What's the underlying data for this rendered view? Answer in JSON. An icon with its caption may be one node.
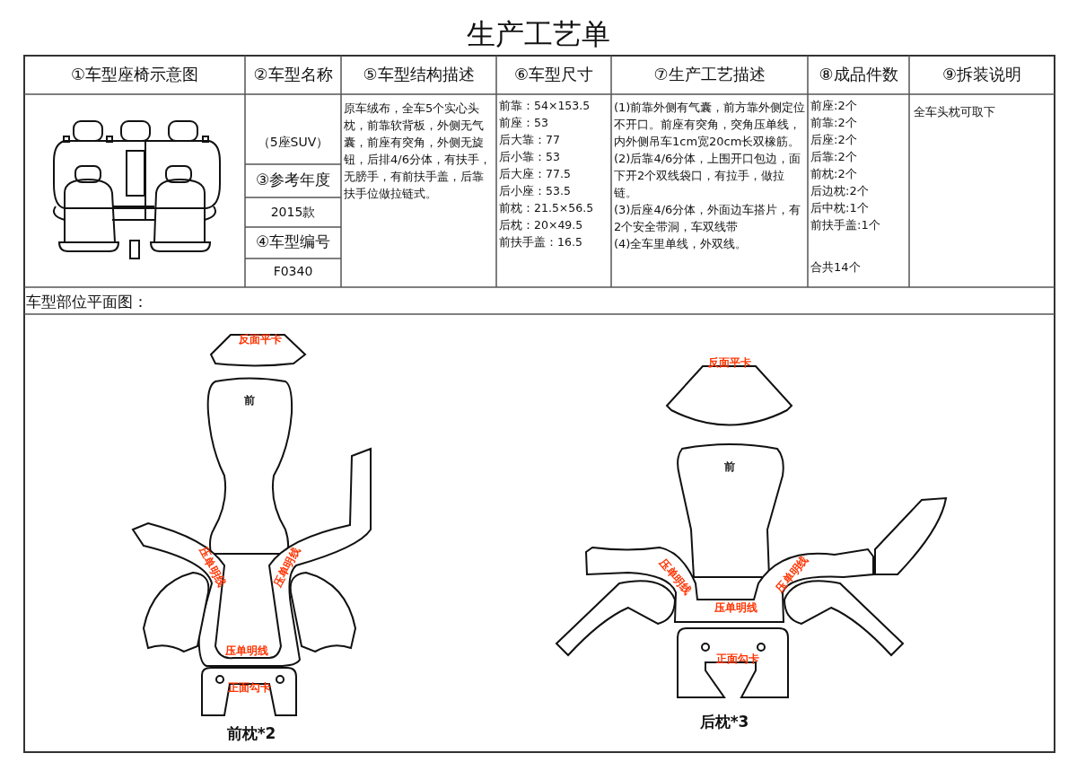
{
  "diagram": {
    "title": "生产工艺单",
    "labels": [
      "①车型座椅示意图",
      "②车型名称",
      "⑤车型结构描述",
      "⑥车型尺寸",
      "⑦生产工艺描述",
      "⑧成品件数",
      "⑨拆装说明",
      "（5座SUV）",
      "③参考年度",
      "2015款",
      "④车型编号",
      "F0340",
      "原车绒布，全车5个实心头枕，前靠软背板，外侧无气囊，前座有突角，外侧无旋钮，后排4/6分体，有扶手，无膀手，有前扶手盖，后靠扶手位做拉链式。",
      "前靠：54×153.5",
      "前座：53",
      "后大靠：77",
      "后小靠：53",
      "后大座：77.5",
      "后小座：53.5",
      "前枕：21.5×56.5",
      "后枕：20×49.5",
      "前扶手盖：16.5",
      "(1)前靠外侧有气囊，前方靠外侧定位不开口。前座有突角，突角压单线，内外侧吊车1cm宽20cm长双橡筋。",
      "(2)后靠4/6分体，上围开口包边，面下开2个双线袋口，有拉手，做拉链。",
      "(3)后座4/6分体，外面边车搭片，有2个安全带洞，车双线带",
      "(4)全车里单线，外双线。",
      "前座:2个",
      "前靠:2个",
      "后座:2个",
      "后靠:2个",
      "前枕:2个",
      "后边枕:2个",
      "后中枕:1个",
      "前扶手盖:1个",
      "合共14个",
      "全车头枕可取下",
      "车型部位平面图：",
      "反面平卡",
      "前",
      "压单明线",
      "压单明线",
      "压单明线",
      "正面勾卡",
      "前枕*2",
      "反面平卡",
      "前",
      "压单明线",
      "压单明线",
      "压单明线",
      "正面勾卡",
      "后枕*3"
    ]
  }
}
